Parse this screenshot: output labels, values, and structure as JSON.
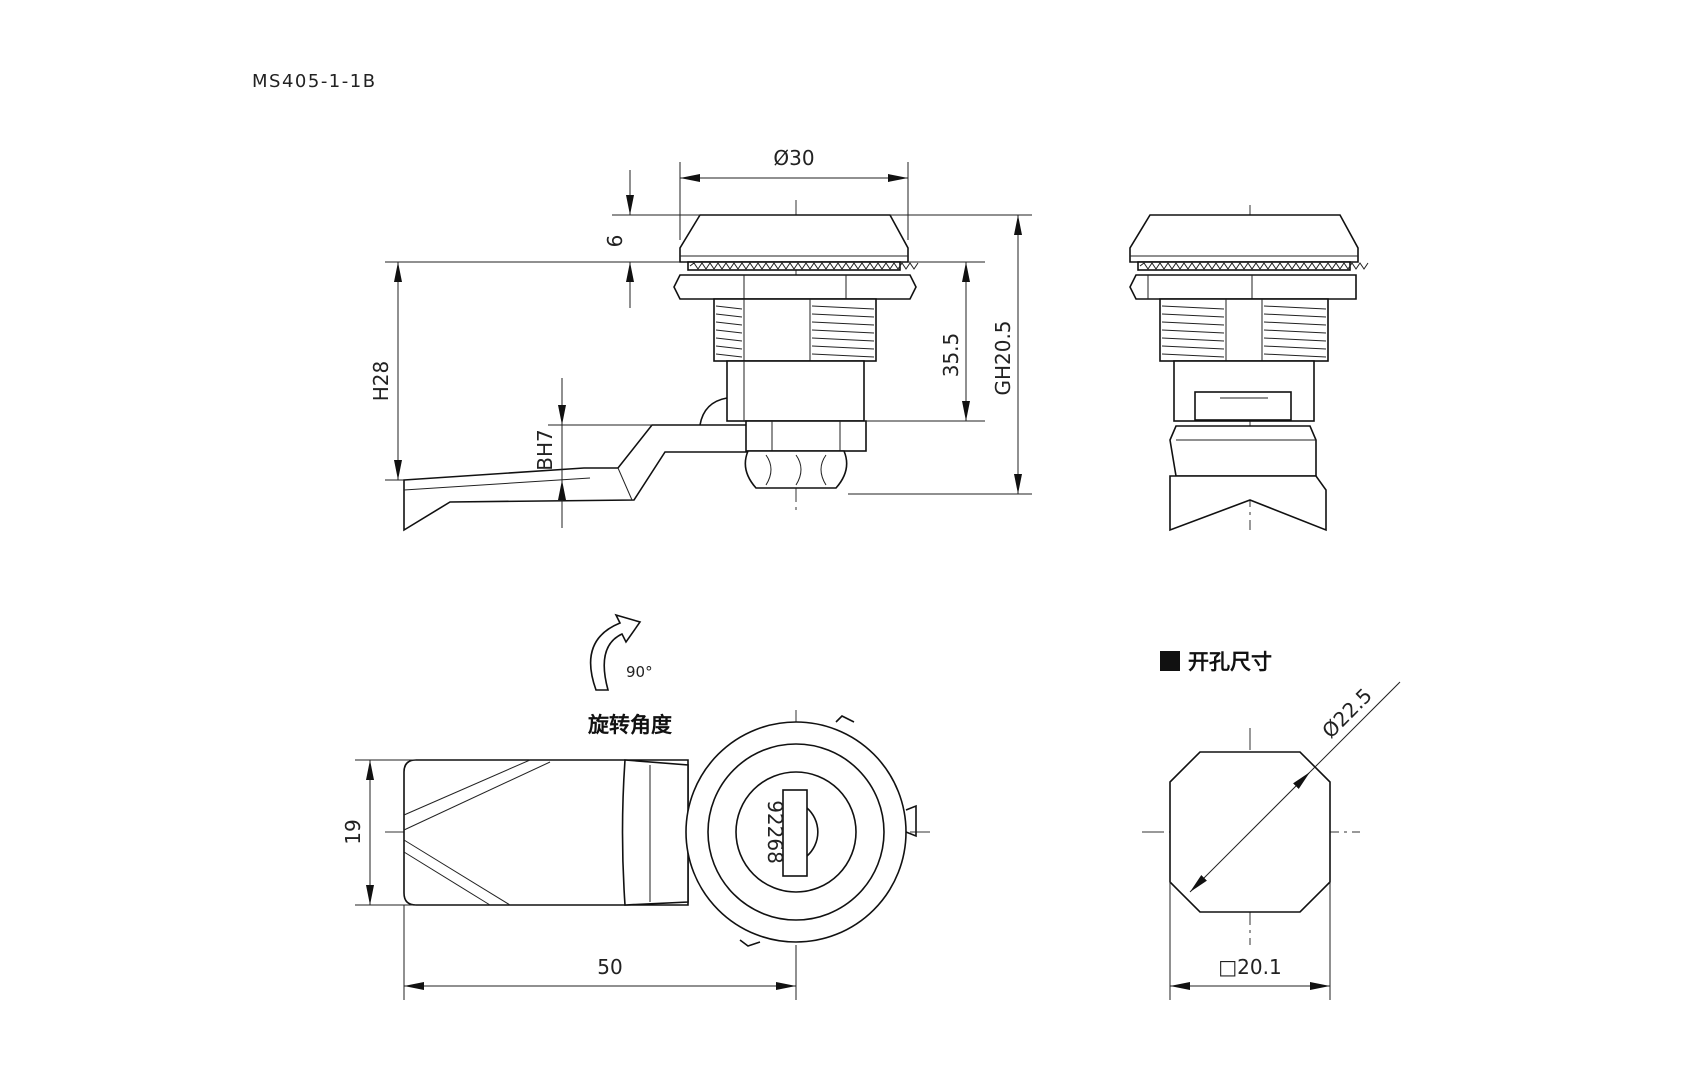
{
  "title": "MS405-1-1B",
  "dims": {
    "dia30": "Ø30",
    "six": "6",
    "h28": "H28",
    "bh7": "BH7",
    "d355": "35.5",
    "gh205": "GH20.5",
    "nineteen": "19",
    "fifty": "50",
    "dia225": "Ø22.5",
    "sq201": "□20.1"
  },
  "rotation": {
    "angle_label": "90°",
    "caption": "旋转角度"
  },
  "cutout": {
    "caption": "开孔尺寸"
  },
  "key_code": "92268"
}
